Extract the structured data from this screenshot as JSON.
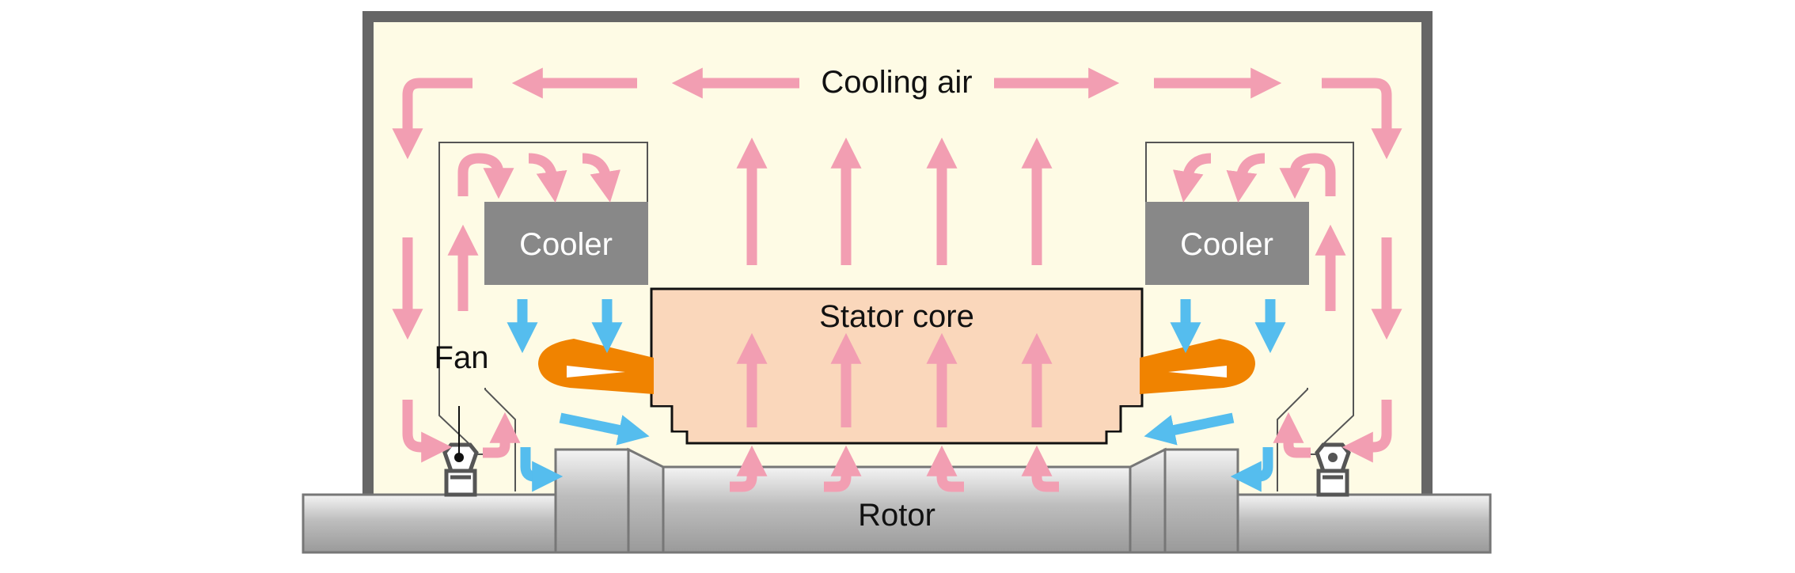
{
  "labels": {
    "cooling_air": "Cooling air",
    "cooler_left": "Cooler",
    "cooler_right": "Cooler",
    "stator_core": "Stator core",
    "fan": "Fan",
    "rotor": "Rotor"
  },
  "colors": {
    "housing_border": "#666666",
    "housing_fill": "#fefbe5",
    "warm_air": "#f29eb2",
    "cool_air": "#55bdee",
    "cooler": "#888888",
    "stator": "#fad7bb",
    "winding": "#f08300",
    "rotor": "#c8c8c8"
  }
}
